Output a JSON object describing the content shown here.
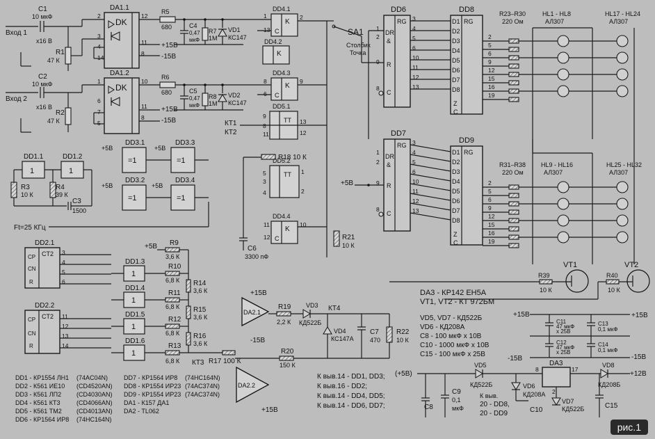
{
  "figure_label": "рис.1",
  "inputs": {
    "in1": "Вход 1",
    "in2": "Вход 2",
    "c1_name": "C1",
    "c1_val": "10 мкФ",
    "c1_volt": "x16 В",
    "c2_name": "C2",
    "c2_val": "10 мкФ",
    "c2_volt": "x16 В",
    "r1_name": "R1",
    "r1_val": "47 К",
    "r2_name": "R2",
    "r2_val": "47 К"
  },
  "chips": {
    "da11": "DA1.1",
    "da12": "DA1.2",
    "dk": "DK",
    "dd41": "DD4.1",
    "dd42": "DD4.2",
    "dd43": "DD4.3",
    "dd44": "DD4.4",
    "dd51": "DD5.1",
    "dd52": "DD5.2",
    "dd6": "DD6",
    "dd7": "DD7",
    "dd8": "DD8",
    "dd9": "DD9",
    "dd11": "DD1.1",
    "dd12": "DD1.2",
    "dd13": "DD1.3",
    "dd14": "DD1.4",
    "dd15": "DD1.5",
    "dd16": "DD1.6",
    "dd21": "DD2.1",
    "dd22": "DD2.2",
    "dd31": "DD3.1",
    "dd32": "DD3.2",
    "dd33": "DD3.3",
    "dd34": "DD3.4",
    "da21": "DA2.1",
    "da22": "DA2.2",
    "da3": "DA3",
    "vt1": "VT1",
    "vt2": "VT2",
    "ct2": "CT2",
    "rg": "RG",
    "tt": "TT",
    "k": "K",
    "eq1": "=1"
  },
  "components": {
    "r5": "R5",
    "r5v": "680",
    "r6": "R6",
    "r6v": "680",
    "c4": "C4",
    "c4v": "0,47",
    "c4u": "мкФ",
    "c5": "C5",
    "c5v": "0,47",
    "c5u": "мкФ",
    "r7": "R7",
    "r7v": "1М",
    "r8": "R8",
    "r8v": "1М",
    "vd1": "VD1",
    "vd1v": "КС147",
    "vd2": "VD2",
    "vd2v": "КС147",
    "r3": "R3",
    "r3v": "10 К",
    "r4": "R4",
    "r4v": "39 К",
    "c3": "C3",
    "c3v": "1500",
    "ft": "Ft=25 КГц",
    "r18": "R18  10 К",
    "c6": "C6",
    "c6v": "3300 пФ",
    "r21": "R21",
    "r21v": "10 К",
    "r9": "R9",
    "r9v": "3,6 К",
    "r10": "R10",
    "r10v": "6,8 К",
    "r11": "R11",
    "r11v": "6,8 К",
    "r12": "R12",
    "r12v": "6,8 К",
    "r13": "R13",
    "r13v": "6,8 К",
    "r14": "R14",
    "r14v": "3,6 К",
    "r15": "R15",
    "r15v": "3,6 К",
    "r16": "R16",
    "r16v": "3,6 К",
    "r17": "R17  100 К",
    "r19": "R19",
    "r19v": "2,2 К",
    "r20": "R20",
    "r20v": "150 К",
    "r22": "R22",
    "r22v": "10 К",
    "vd3": "VD3",
    "vd3v": "КД522Б",
    "vd4": "VD4",
    "vd4v": "КС147А",
    "c7": "C7",
    "c7v": "470",
    "r39": "R39",
    "r39v": "10 К",
    "r40": "R40",
    "r40v": "10 К",
    "r23": "R23–R30",
    "r23v": "220 Ом",
    "r31": "R31–R38",
    "r31v": "220 Ом",
    "hl1": "HL1 - HL8",
    "hl9": "HL9 - HL16",
    "hl17": "HL17 - HL24",
    "hl25": "HL25 - HL32",
    "al307": "АЛ307",
    "sa1": "SA1",
    "stolbik": "Столбик",
    "tochka": "Точка",
    "kt1": "КТ1",
    "kt2": "КТ2",
    "kt3": "КТ3",
    "kt4": "КТ4"
  },
  "supply": {
    "p5": "+5В",
    "m5": "-15В",
    "p15": "+15В",
    "m15": "-15В",
    "p5b": "(+5В)",
    "p12": "+12В"
  },
  "notes": {
    "da3": "DA3 - КР142 ЕН5А",
    "vt": "VT1, VT2 - КТ 972БМ",
    "vd5": "VD5, VD7 - КД522Б",
    "vd6": "VD6 - КД208А",
    "c8": "C8 - 100 мкФ x 10В",
    "c10": "C10 - 1000 мкФ x 10В",
    "c15": "C15 - 100 мкФ x 25В"
  },
  "legend": [
    {
      "a": "DD1 - КР1554 ЛН1",
      "b": "(74AC04N)"
    },
    {
      "a": "DD2 - К561 ИЕ10",
      "b": "(CD4520AN)"
    },
    {
      "a": "DD3 - К561 ЛП2",
      "b": "(CD4030AN)"
    },
    {
      "a": "DD4 - К561 КТ3",
      "b": "(CD4066AN)"
    },
    {
      "a": "DD5 - К561 ТМ2",
      "b": "(CD4013AN)"
    },
    {
      "a": "DD6 - КР1564 ИР8",
      "b": "(74HC164N)"
    }
  ],
  "legend2": [
    {
      "a": "DD7 - КР1564 ИР8",
      "b": "(74HC164N)"
    },
    {
      "a": "DD8 - КР1554 ИР23",
      "b": "(74AC374N)"
    },
    {
      "a": "DD9 - КР1554 ИР23",
      "b": "(74AC374N)"
    },
    {
      "a": "DA1 - К157 ДА1",
      "b": ""
    },
    {
      "a": "DA2 - TL062",
      "b": ""
    }
  ],
  "power": [
    "К выв.14 - DD1, DD3;",
    "К выв.16 - DD2;",
    "К выв.14 - DD4, DD5;",
    "К выв.14 - DD6, DD7;"
  ],
  "power2": {
    "kvyv": "К выв.",
    "p1": "20 - DD8,",
    "p2": "20 - DD9",
    "vd5": "VD5",
    "vd5v": "КД522Б",
    "vd6": "VD6",
    "vd6v": "КД208А",
    "vd7": "VD7",
    "vd7v": "КД522Б",
    "vd8": "VD8",
    "vd8v": "КД208Б",
    "c8": "C8",
    "c9": "C9",
    "c9v": "0,1",
    "c9u": "мкФ",
    "c10": "C10",
    "c15": "C15",
    "c11": "C11",
    "c11v": "47 мкФ",
    "c11u": "x 25В",
    "c12": "C12",
    "c12v": "47 мкФ",
    "c12u": "x 25В",
    "c13": "C13",
    "c13v": "0,1 мкФ",
    "c14": "C14",
    "c14v": "0,1 мкФ",
    "pin17": "17",
    "pin8": "8",
    "pin2": "2"
  }
}
